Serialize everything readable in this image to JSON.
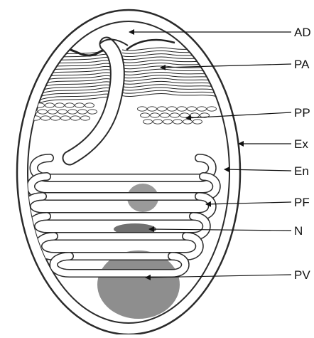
{
  "labels": [
    {
      "id": "ad",
      "text": "AD"
    },
    {
      "id": "pa",
      "text": "PA"
    },
    {
      "id": "pp",
      "text": "PP"
    },
    {
      "id": "ex",
      "text": "Ex"
    },
    {
      "id": "en",
      "text": "En"
    },
    {
      "id": "pf",
      "text": "PF"
    },
    {
      "id": "n",
      "text": "N"
    },
    {
      "id": "pv",
      "text": "PV"
    }
  ],
  "colors": {
    "outline": "#2a2a2a",
    "fill_gray": "#8e8e8e",
    "nucleus_gray": "#707070",
    "background": "#ffffff"
  }
}
